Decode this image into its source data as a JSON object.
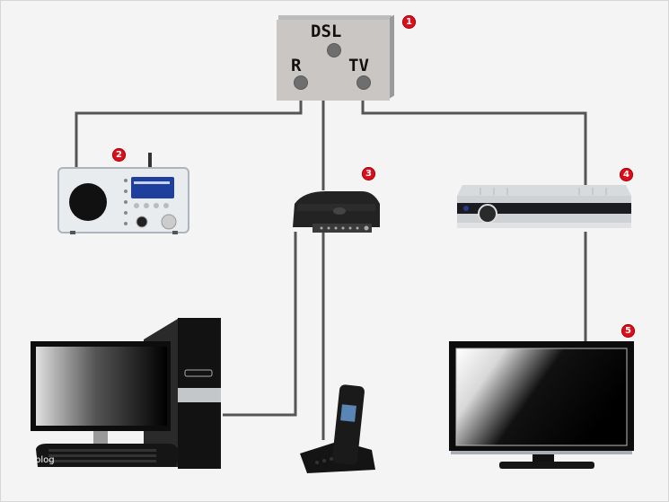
{
  "diagram": {
    "title": "DSL home connection diagram",
    "socket": {
      "labels": {
        "dsl": "DSL",
        "radio": "R",
        "tv": "TV"
      },
      "badge": "1"
    },
    "devices": [
      {
        "id": "radio",
        "name": "Internet radio",
        "badge": "2"
      },
      {
        "id": "router",
        "name": "DSL router",
        "badge": "3"
      },
      {
        "id": "receiver",
        "name": "TV receiver",
        "badge": "4"
      },
      {
        "id": "tv",
        "name": "Flat-screen TV",
        "badge": "5"
      },
      {
        "id": "pc",
        "name": "Desktop computer",
        "badge": ""
      },
      {
        "id": "phone",
        "name": "Cordless phone",
        "badge": ""
      }
    ],
    "watermark": "blog",
    "colors": {
      "background": "#f4f4f4",
      "wire": "#555555",
      "badge": "#d9101c",
      "socket": "#cac6c4"
    }
  }
}
